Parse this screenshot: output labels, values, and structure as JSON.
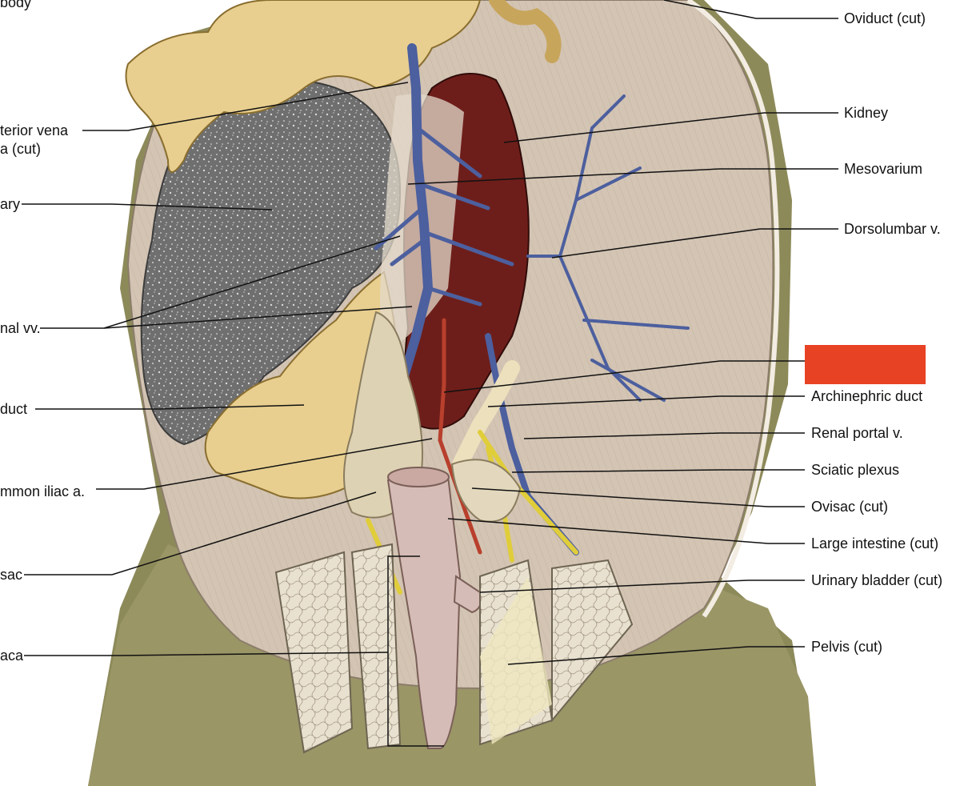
{
  "colors": {
    "background": "#ffffff",
    "body_wall": "#d3c4b3",
    "wall_shadow": "#b6a593",
    "skin": "#8d8a5a",
    "ovary": "#7c7b7b",
    "intestine": "#e8cf8f",
    "intestine_dark": "#c7a55b",
    "kidney": "#6e1e1a",
    "vein": "#4c5f9e",
    "artery": "#b8402d",
    "nerve": "#e0cd3a",
    "cloaca": "#d6bcb6",
    "bone": "#e6dcc8",
    "duct": "#ece0bd",
    "highlight_box": "#e84224"
  },
  "labels": {
    "left": [
      {
        "id": "body",
        "text": "body"
      },
      {
        "id": "posterior_vena_cava",
        "lines": [
          "terior vena",
          "a (cut)"
        ]
      },
      {
        "id": "ovary",
        "text": "ary"
      },
      {
        "id": "renal_vv",
        "text": "nal vv."
      },
      {
        "id": "oviduct",
        "text": "duct"
      },
      {
        "id": "common_iliac",
        "text": "mmon iliac a."
      },
      {
        "id": "ovisac",
        "text": "sac"
      },
      {
        "id": "cloaca",
        "text": "aca"
      }
    ],
    "right": [
      {
        "id": "oviduct_cut",
        "text": "Oviduct (cut)"
      },
      {
        "id": "kidney",
        "text": "Kidney"
      },
      {
        "id": "mesovarium",
        "text": "Mesovarium"
      },
      {
        "id": "dorsolumbar",
        "text": "Dorsolumbar v."
      },
      {
        "id": "archinephric",
        "text": "Archinephric duct"
      },
      {
        "id": "renal_portal",
        "text": "Renal portal v."
      },
      {
        "id": "sciatic",
        "text": "Sciatic plexus"
      },
      {
        "id": "ovisac_cut",
        "text": "Ovisac (cut)"
      },
      {
        "id": "large_intestine",
        "text": "Large intestine (cut)"
      },
      {
        "id": "urinary_bladder",
        "text": "Urinary bladder (cut)"
      },
      {
        "id": "pelvis",
        "text": "Pelvis (cut)"
      }
    ]
  }
}
